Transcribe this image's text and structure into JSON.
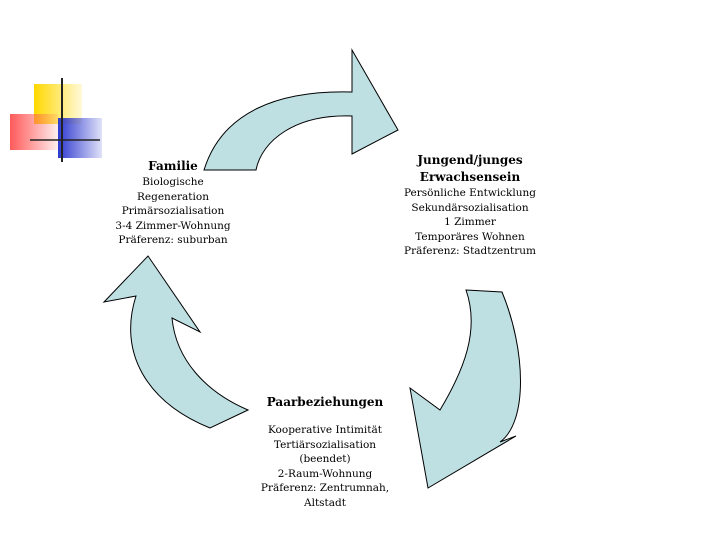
{
  "colors": {
    "arrow_fill": "#bfe0e3",
    "arrow_stroke": "#000000",
    "logo_yellow": "#ffd800",
    "logo_red": "#ff5a5a",
    "logo_blue": "#2f3ad0",
    "logo_line": "#222222"
  },
  "logo": {
    "icon": "color-squares-logo"
  },
  "stages": {
    "family": {
      "title": "Familie",
      "lines": [
        "Biologische",
        "Regeneration",
        "Primärsozialisation",
        "3-4 Zimmer-Wohnung",
        "Präferenz: suburban"
      ]
    },
    "youth": {
      "title_lines": [
        "Jungend/junges",
        "Erwachsensein"
      ],
      "lines": [
        "Persönliche Entwicklung",
        "Sekundärsozialisation",
        "1 Zimmer",
        "Temporäres Wohnen",
        "Präferenz: Stadtzentrum"
      ]
    },
    "couple": {
      "title": "Paarbeziehungen",
      "lines": [
        "Kooperative Intimität",
        "Tertiärsozialisation",
        "(beendet)",
        "2-Raum-Wohnung",
        "Präferenz: Zentrumnah,",
        "Altstadt"
      ]
    }
  },
  "arrows": [
    {
      "name": "top-cycle-arrow",
      "direction": "right"
    },
    {
      "name": "right-cycle-arrow",
      "direction": "down-left"
    },
    {
      "name": "left-cycle-arrow",
      "direction": "up"
    }
  ]
}
